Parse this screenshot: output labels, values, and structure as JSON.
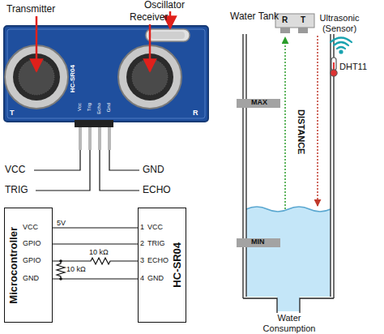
{
  "diagram": {
    "nodes": [
      {
        "text": [
          "Microcontroller"
        ]
      },
      {
        "text": [
          "HC-SR04"
        ]
      }
    ],
    "edges": [
      {
        "from": 0,
        "to": 1,
        "arrow": "none",
        "label": "5V"
      },
      {
        "from": 0,
        "to": 1,
        "arrow": "none"
      },
      {
        "from": 0,
        "to": 1,
        "arrow": "none",
        "label": "10 kΩ"
      },
      {
        "from": 0,
        "to": 1,
        "arrow": "none"
      }
    ],
    "labels": [
      "Transmitter",
      "Oscillator",
      "Receiver",
      "Vcc",
      "Trig",
      "Echo",
      "Gnd",
      "HC-SR04",
      "T",
      "R",
      "VCC",
      "TRIG",
      "GND",
      "ECHO",
      "VCC",
      "GPIO",
      "GPIO",
      "GND",
      "1",
      "VCC",
      "2",
      "TRIG",
      "3",
      "ECHO",
      "4",
      "GND",
      "10 kΩ",
      "Water Tank",
      "R",
      "T",
      "Ultrasonic (Sensor)",
      "DHT11",
      "MAX",
      "MIN",
      "DISTANCE",
      "Water Consumption"
    ]
  }
}
